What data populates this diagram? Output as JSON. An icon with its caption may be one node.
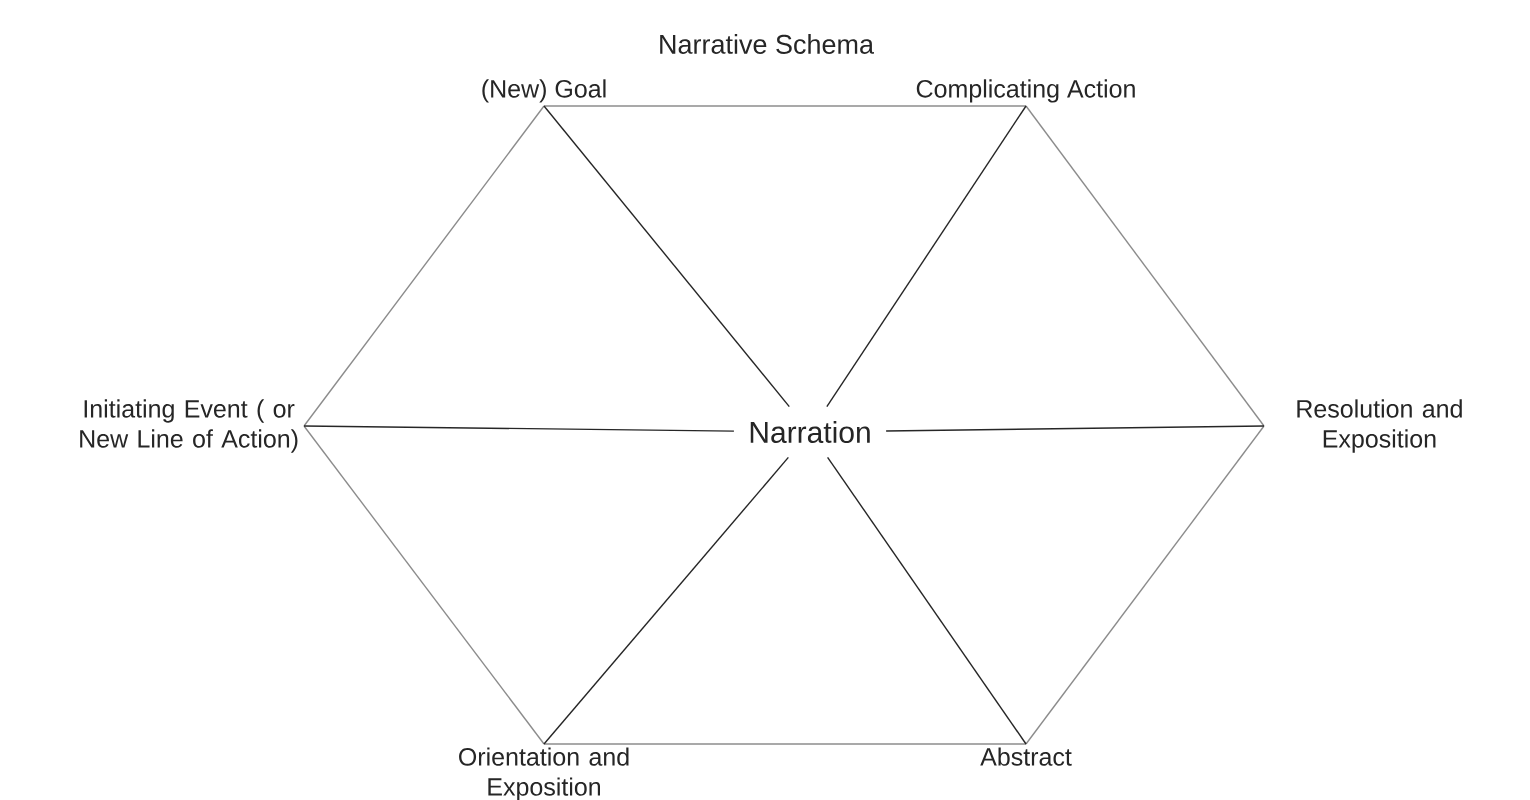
{
  "diagram": {
    "title": "Narrative Schema",
    "nodes": [
      {
        "text": [
          "(New) Goal"
        ]
      },
      {
        "text": [
          "Complicating Action"
        ]
      },
      {
        "text": [
          "Initiating Event ( or New Line of Action)"
        ]
      },
      {
        "text": [
          "Narration"
        ]
      },
      {
        "text": [
          "Resolution and Exposition"
        ]
      },
      {
        "text": [
          "Orientation and Exposition"
        ]
      },
      {
        "text": [
          "Abstract"
        ]
      }
    ],
    "edges": [
      {
        "from": 0,
        "to": 1,
        "arrow": "none",
        "color": "#8c8c8c"
      },
      {
        "from": 1,
        "to": 4,
        "arrow": "none",
        "color": "#8c8c8c"
      },
      {
        "from": 4,
        "to": 6,
        "arrow": "none",
        "color": "#8c8c8c"
      },
      {
        "from": 6,
        "to": 5,
        "arrow": "none",
        "color": "#8c8c8c"
      },
      {
        "from": 5,
        "to": 2,
        "arrow": "none",
        "color": "#8c8c8c"
      },
      {
        "from": 2,
        "to": 0,
        "arrow": "none",
        "color": "#8c8c8c"
      },
      {
        "from": 0,
        "to": 3,
        "arrow": "none",
        "color": "#262626"
      },
      {
        "from": 1,
        "to": 3,
        "arrow": "none",
        "color": "#262626"
      },
      {
        "from": 2,
        "to": 3,
        "arrow": "none",
        "color": "#262626"
      },
      {
        "from": 3,
        "to": 4,
        "arrow": "none",
        "color": "#262626"
      },
      {
        "from": 5,
        "to": 3,
        "arrow": "none",
        "color": "#262626"
      },
      {
        "from": 6,
        "to": 3,
        "arrow": "none",
        "color": "#262626"
      }
    ]
  }
}
